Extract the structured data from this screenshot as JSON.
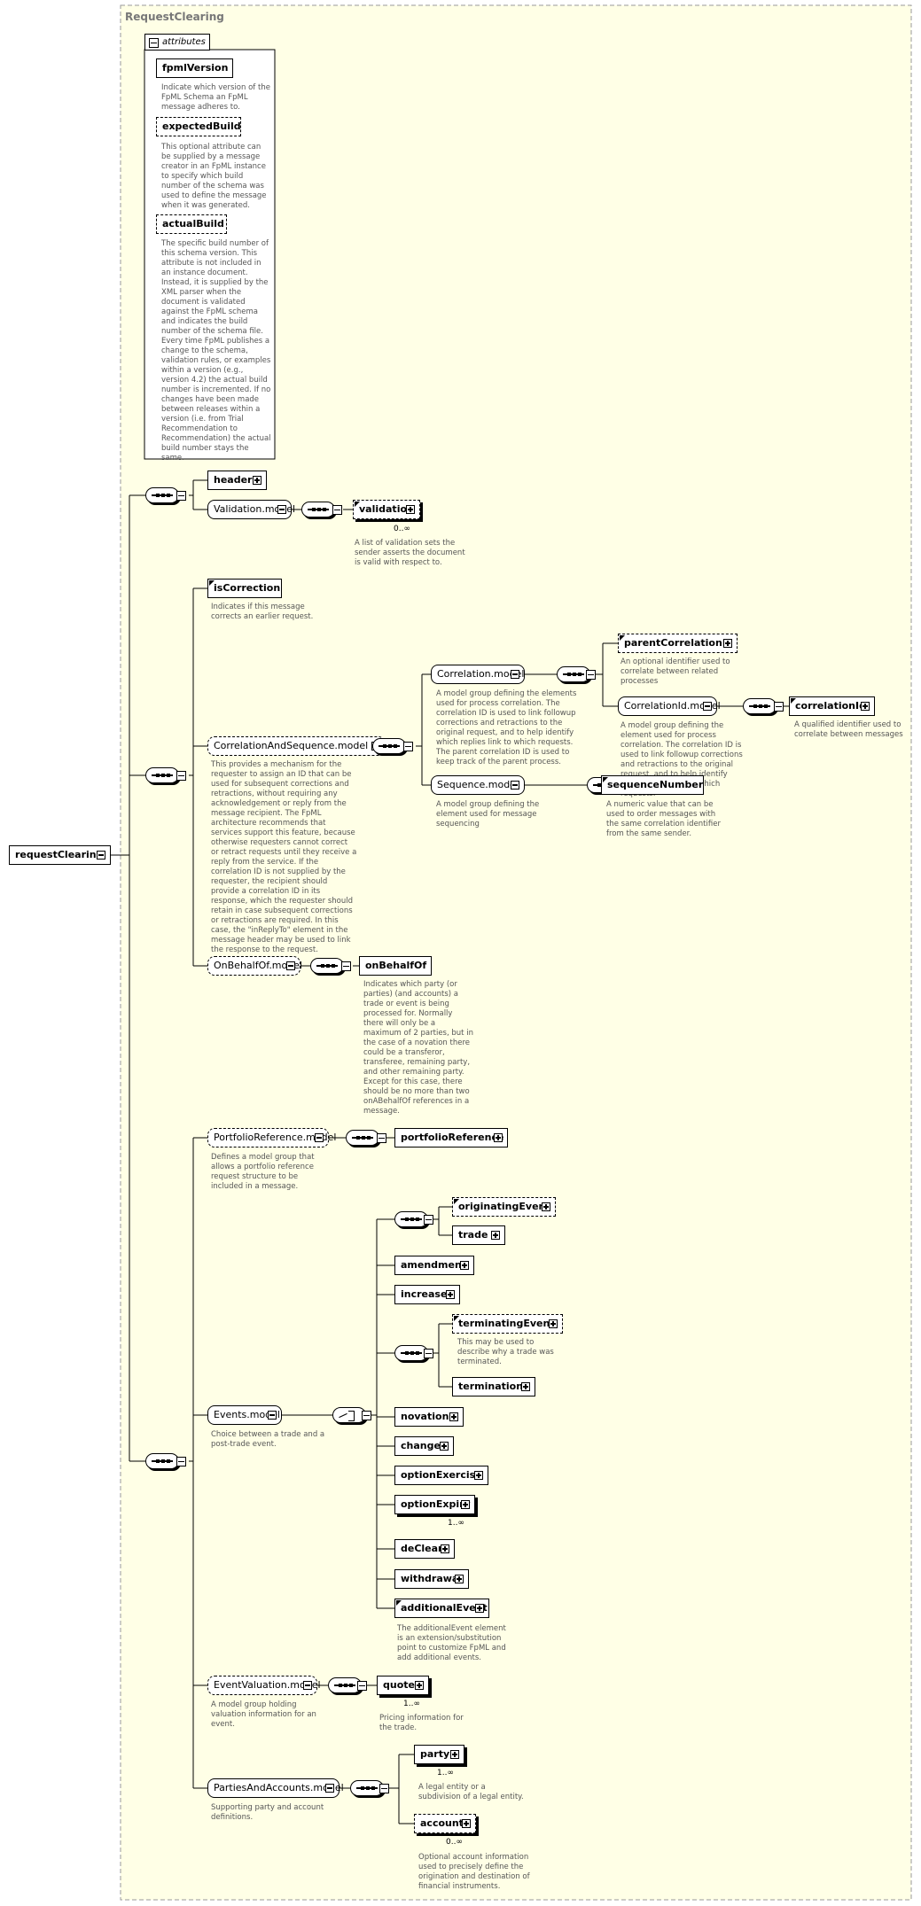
{
  "diagram": {
    "title": "RequestClearing",
    "root": "requestClearing",
    "attributes_label": "attributes",
    "attributes": [
      {
        "name": "fpmlVersion",
        "desc": "Indicate which version of the FpML Schema an FpML message adheres to."
      },
      {
        "name": "expectedBuild",
        "desc": "This optional attribute can be supplied by a message creator in an FpML instance to specify which build number of the schema was used to define the message when it was generated."
      },
      {
        "name": "actualBuild",
        "desc": "The specific build number of this schema version. This attribute is not included in an instance document. Instead, it is supplied by the XML parser when the document is validated against the FpML schema and indicates the build number of the schema file. Every time FpML publishes a change to the schema, validation rules, or examples within a version (e.g., version 4.2) the actual build number is incremented. If no changes have been made between releases within a version (i.e. from Trial Recommendation to Recommendation) the actual build number stays the same."
      }
    ],
    "nodes": {
      "header": "header",
      "validation_model": "Validation.model",
      "validation": "validation",
      "validation_card": "0..∞",
      "validation_desc": "A list of validation sets the sender asserts the document is valid with respect to.",
      "isCorrection": "isCorrection",
      "isCorrection_desc": "Indicates if this message corrects an earlier request.",
      "cas_model": "CorrelationAndSequence.model",
      "cas_desc": "This provides a mechanism for the requester to assign an ID that can be used for subsequent corrections and retractions, without requiring any acknowledgement or reply from the message recipient. The FpML architecture recommends that services support this feature, because otherwise requesters cannot correct or retract requests until they receive a reply from the service. If the correlation ID is not supplied by the requester, the recipient should provide a correlation ID in its response, which the requester should retain in case subsequent corrections or retractions are required. In this case, the \"inReplyTo\" element in the message header may be used to link the response to the request.",
      "correlation_model": "Correlation.model",
      "correlation_desc": "A model group defining the elements used for process correlation. The correlation ID is used to link followup corrections and retractions to the original request, and to help identify which replies link to which requests. The parent correlation ID is used to keep track of the parent process.",
      "parentCorrelationId": "parentCorrelationId",
      "parentCorrelationId_desc": "An optional identifier used to correlate between related processes",
      "correlationId_model": "CorrelationId.model",
      "correlationId_model_desc": "A model group defining the element used for process correlation. The correlation ID is used to link followup corrections and retractions to the original request, and to help identify which replies link to which requests.",
      "correlationId": "correlationId",
      "correlationId_desc": "A qualified identifier used to correlate between messages",
      "sequence_model": "Sequence.model",
      "sequence_desc": "A model group defining the element used for message sequencing",
      "sequenceNumber": "sequenceNumber",
      "sequenceNumber_desc": "A numeric value that can be used to order messages with the same correlation identifier from the same sender.",
      "onBehalfOf_model": "OnBehalfOf.model",
      "onBehalfOf": "onBehalfOf",
      "onBehalfOf_desc": "Indicates which party (or parties) (and accounts) a trade or event is being processed for. Normally there will only be a maximum of 2 parties, but in the case of a novation there could be a transferor, transferee, remaining party, and other remaining party. Except for this case, there should be no more than two onABehalfOf references in a message.",
      "portfolioReference_model": "PortfolioReference.model",
      "portfolioReference_model_desc": "Defines a model group that allows a portfolio reference request structure to be included in a message.",
      "portfolioReference": "portfolioReference",
      "events_model": "Events.model",
      "events_desc": "Choice between a trade and a post-trade event.",
      "originatingEvent": "originatingEvent",
      "trade": "trade",
      "amendment": "amendment",
      "increase": "increase",
      "terminatingEvent": "terminatingEvent",
      "terminatingEvent_desc": "This may be used to describe why a trade was terminated.",
      "termination": "termination",
      "novation": "novation",
      "change": "change",
      "optionExercise": "optionExercise",
      "optionExpiry": "optionExpiry",
      "optionExpiry_card": "1..∞",
      "deClear": "deClear",
      "withdrawal": "withdrawal",
      "additionalEvent": "additionalEvent",
      "additionalEvent_desc": "The additionalEvent element is an extension/substitution point to customize FpML and add additional events.",
      "eventValuation_model": "EventValuation.model",
      "eventValuation_desc": "A model group holding valuation information for an event.",
      "quote": "quote",
      "quote_card": "1..∞",
      "quote_desc": "Pricing information for the trade.",
      "pa_model": "PartiesAndAccounts.model",
      "pa_desc": "Supporting party and account definitions.",
      "party": "party",
      "party_card": "1..∞",
      "party_desc": "A legal entity or a subdivision of a legal entity.",
      "account": "account",
      "account_card": "0..∞",
      "account_desc": "Optional account information used to precisely define the origination and destination of financial instruments."
    }
  }
}
